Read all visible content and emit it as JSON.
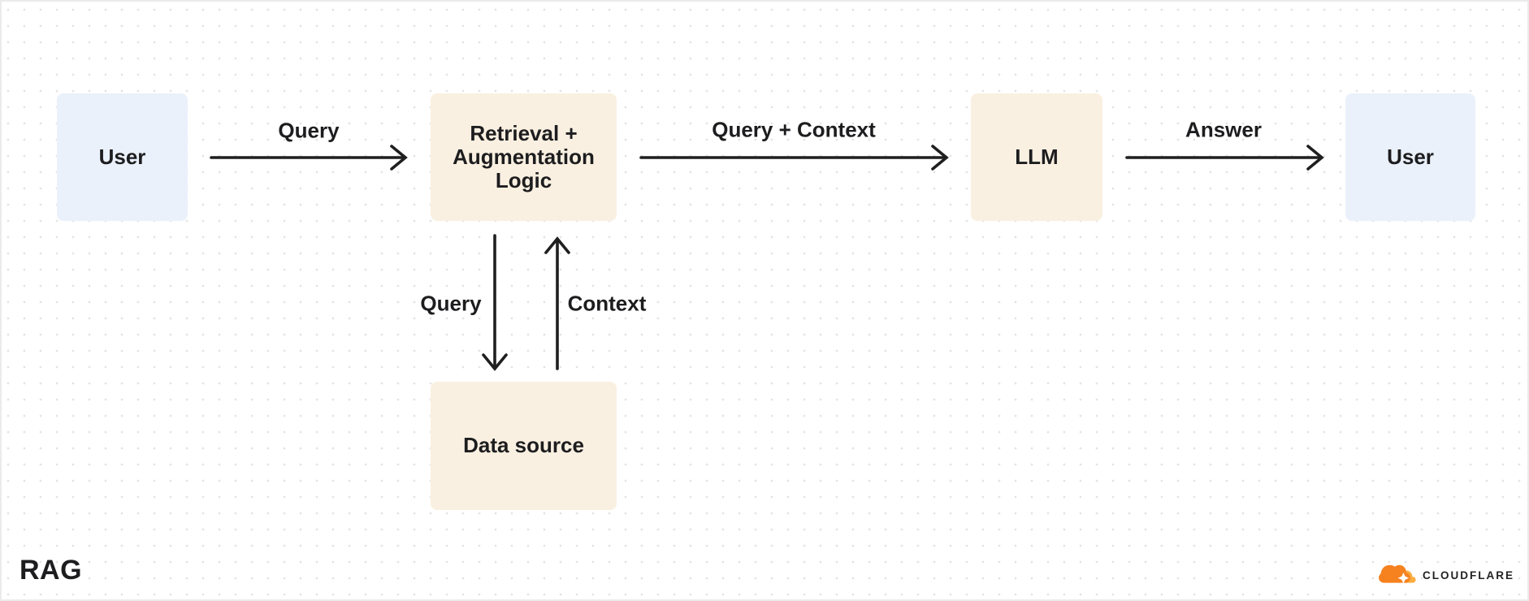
{
  "title": "RAG",
  "nodes": {
    "user_left": {
      "label": "User",
      "type": "user"
    },
    "retrieval": {
      "label": "Retrieval + Augmentation Logic",
      "type": "process"
    },
    "llm": {
      "label": "LLM",
      "type": "process"
    },
    "user_right": {
      "label": "User",
      "type": "user"
    },
    "data_source": {
      "label": "Data source",
      "type": "process"
    }
  },
  "edges": {
    "user_to_retrieval": {
      "label": "Query"
    },
    "retrieval_to_llm": {
      "label": "Query + Context"
    },
    "llm_to_user": {
      "label": "Answer"
    },
    "retrieval_to_datasource": {
      "label": "Query"
    },
    "datasource_to_retrieval": {
      "label": "Context"
    }
  },
  "branding": {
    "wordmark": "CLOUDFLARE",
    "icon": "cloudflare-cloud-icon"
  },
  "colors": {
    "node_user_bg": "#EAF1FB",
    "node_process_bg": "#FAF0E1",
    "arrow": "#1F1F1F",
    "text": "#1D1D1F",
    "dot_grid": "#E4E4E4",
    "background": "#FFFFFF",
    "logo_orange": "#F6821F",
    "logo_orange_light": "#FBAD41"
  }
}
